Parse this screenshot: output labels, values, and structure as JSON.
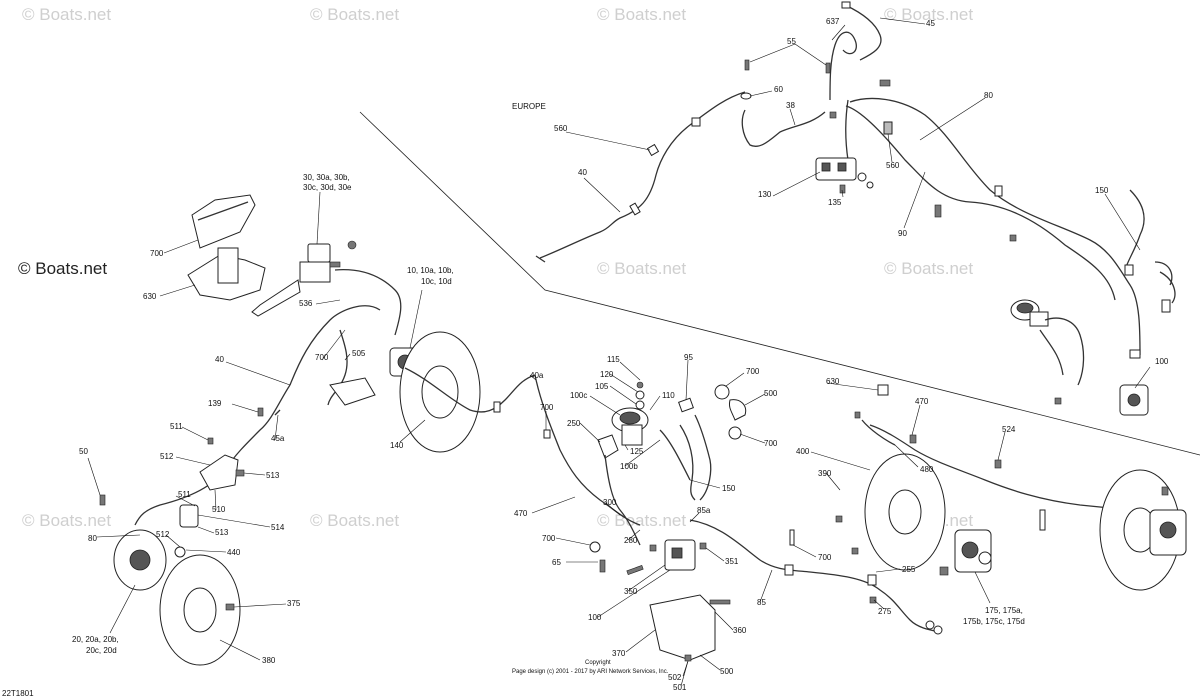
{
  "watermarks": {
    "boats_net": "© Boats.net",
    "boats_net_dark": "© Boats.net"
  },
  "region_label": "EUROPE",
  "drawing_number": "22T1801",
  "copyright": {
    "line1": "Copyright",
    "line2": "Page design (c) 2001 - 2017 by ARI Network Services, Inc."
  },
  "callouts": {
    "c637": "637",
    "c45_top": "45",
    "c55": "55",
    "c60": "60",
    "c38": "38",
    "c80": "80",
    "c560_top": "560",
    "c40_top": "40",
    "c130": "130",
    "c135": "135",
    "c560_mid": "560",
    "c90": "90",
    "c150_right": "150",
    "c100_right": "100",
    "c30": "30, 30a, 30b,",
    "c30b": "30c, 30d, 30e",
    "c700_shield": "700",
    "c630_left": "630",
    "c10": "10, 10a, 10b,",
    "c10b": "10c, 10d",
    "c536": "536",
    "c40_left": "40",
    "c700_mid": "700",
    "c505": "505",
    "c139": "139",
    "c45a": "45a",
    "c511_a": "511",
    "c512_a": "512",
    "c513_a": "513",
    "c50": "50",
    "c511_b": "511",
    "c510": "510",
    "c514": "514",
    "c80_left": "80",
    "c512_b": "512",
    "c513_b": "513",
    "c440": "440",
    "c375": "375",
    "c20": "20, 20a, 20b,",
    "c20b": "20c, 20d",
    "c380": "380",
    "c140": "140",
    "c40a": "40a",
    "c700_b": "700",
    "c115": "115",
    "c120": "120",
    "c105": "105",
    "c100c": "100c",
    "c110": "110",
    "c95": "95",
    "c700_c": "700",
    "c500_a": "500",
    "c700_d": "700",
    "c250": "250",
    "c125": "125",
    "c100b": "100b",
    "c150_mid": "150",
    "c470_a": "470",
    "c300": "300",
    "c700_e": "700",
    "c65": "65",
    "c280": "280",
    "c85a": "85a",
    "c351": "351",
    "c350": "350",
    "c100": "100",
    "c700_f": "700",
    "c85": "85",
    "c360": "360",
    "c370": "370",
    "c500_b": "500",
    "c502": "502",
    "c501": "501",
    "c630_right": "630",
    "c470_b": "470",
    "c524": "524",
    "c480": "480",
    "c400": "400",
    "c390": "390",
    "c255": "255",
    "c275": "275",
    "c175": "175, 175a,",
    "c175b": "175b, 175c, 175d"
  }
}
